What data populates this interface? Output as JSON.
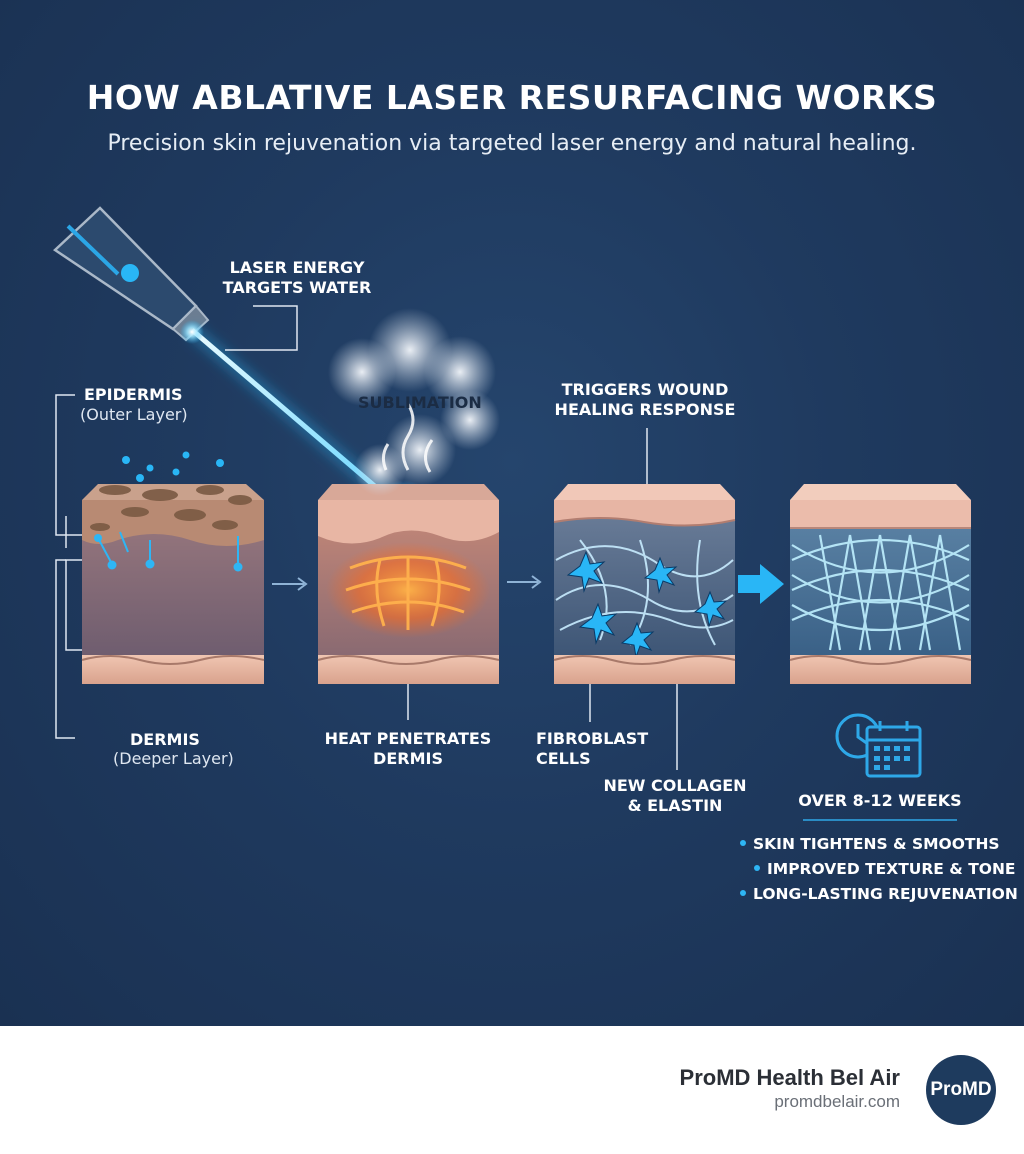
{
  "header": {
    "title": "HOW ABLATIVE LASER RESURFACING WORKS",
    "subtitle": "Precision skin rejuvenation via targeted laser energy and natural healing."
  },
  "labels": {
    "laser": [
      "LASER ENERGY",
      "TARGETS WATER"
    ],
    "sublimation": "SUBLIMATION",
    "epidermis": "EPIDERMIS",
    "epidermis_sub": "(Outer Layer)",
    "dermis": "DERMIS",
    "dermis_sub": "(Deeper Layer)",
    "heat": [
      "HEAT PENETRATES",
      "DERMIS"
    ],
    "wound": [
      "TRIGGERS WOUND",
      "HEALING RESPONSE"
    ],
    "fibroblast": [
      "FIBROBLAST",
      "CELLS"
    ],
    "collagen": [
      "NEW COLLAGEN",
      "& ELASTIN"
    ],
    "weeks": "OVER 8-12 WEEKS"
  },
  "results": [
    "SKIN TIGHTENS & SMOOTHS",
    "IMPROVED TEXTURE & TONE",
    "LONG-LASTING REJUVENATION"
  ],
  "icons": {
    "timeline": "clock-calendar-icon",
    "arrows": "arrow-right-icon"
  },
  "colors": {
    "background": "#1f3a5f",
    "accent": "#29b6f6",
    "heat": "#ff7a1a",
    "skin": "#e8b9a6",
    "dermis": "#8a6f78"
  },
  "footer": {
    "brand": "ProMD Health Bel Air",
    "website": "promdbelair.com",
    "logo_text": "ProMD"
  }
}
